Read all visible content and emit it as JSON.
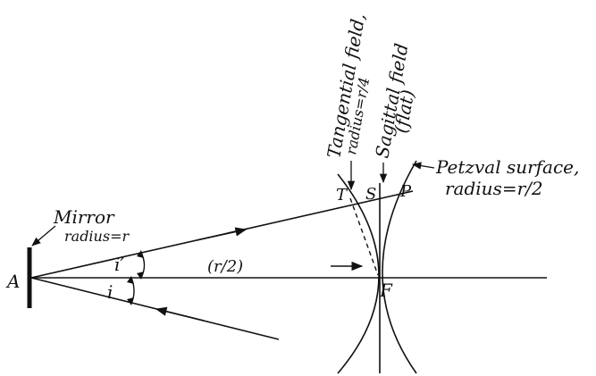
{
  "labels": {
    "point_a": "A",
    "point_f": "F",
    "point_t": "T",
    "point_s": "S",
    "point_p": "P",
    "angle_i_prime": "i′",
    "angle_i": "i",
    "half_radius": "(r/2)",
    "mirror_line1": "Mirror",
    "mirror_line2": "radius=r",
    "tangential_line1": "Tangential field,",
    "tangential_line2": "radius=r/4",
    "sagittal_line1": "Sagittal field",
    "sagittal_line2": "(flat)",
    "petzval_line1": "Petzval surface,",
    "petzval_line2": "radius=r/2"
  },
  "colors": {
    "ink": "#111111",
    "background": "#ffffff"
  }
}
